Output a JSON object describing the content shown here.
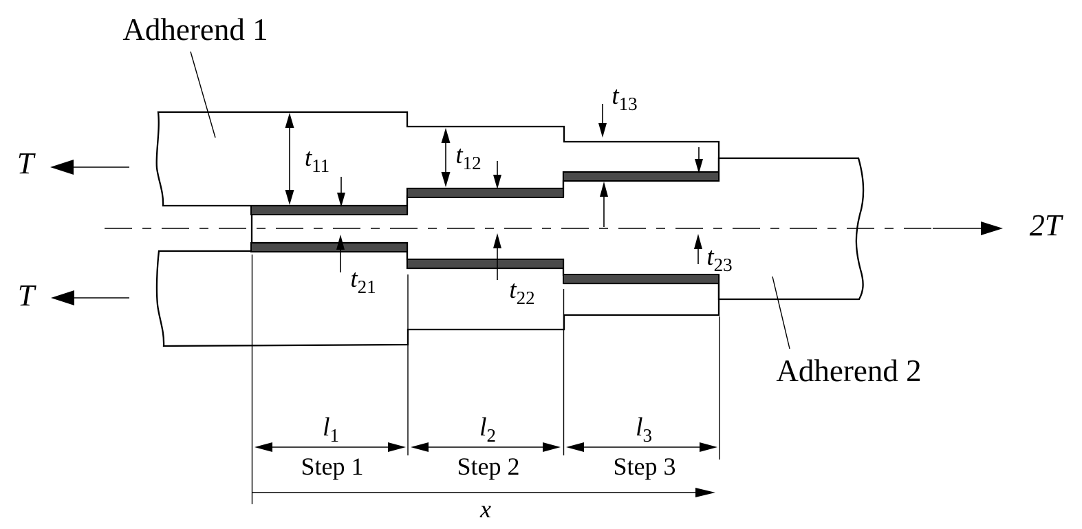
{
  "diagram": {
    "adherend1_label": "Adherend 1",
    "adherend2_label": "Adherend 2",
    "forces": {
      "left_top": "T",
      "left_bottom": "T",
      "right": "2T"
    },
    "axis_label": "x",
    "thicknesses": {
      "t11": {
        "base": "t",
        "sub": "11"
      },
      "t12": {
        "base": "t",
        "sub": "12"
      },
      "t13": {
        "base": "t",
        "sub": "13"
      },
      "t21": {
        "base": "t",
        "sub": "21"
      },
      "t22": {
        "base": "t",
        "sub": "22"
      },
      "t23": {
        "base": "t",
        "sub": "23"
      }
    },
    "steps": [
      {
        "label": "Step 1",
        "length_base": "l",
        "length_sub": "1"
      },
      {
        "label": "Step 2",
        "length_base": "l",
        "length_sub": "2"
      },
      {
        "label": "Step 3",
        "length_base": "l",
        "length_sub": "3"
      }
    ],
    "colors": {
      "adhesive_fill": "#4a4a4a",
      "line_color": "#000000",
      "background": "#ffffff"
    }
  }
}
